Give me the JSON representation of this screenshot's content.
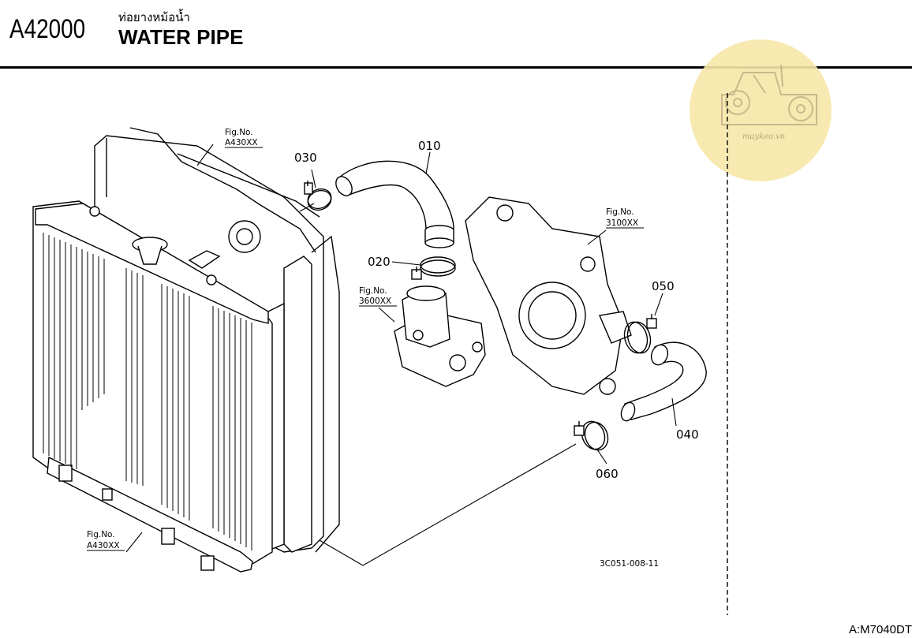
{
  "header": {
    "code": "A42000",
    "thai_title": "ท่อยางหม้อน้ำ",
    "title": "WATER PIPE"
  },
  "watermark": {
    "text": "maykeo.vn",
    "icon": "tractor-icon",
    "color": "#f7e7a8"
  },
  "parts": [
    {
      "label": "010"
    },
    {
      "label": "020"
    },
    {
      "label": "030"
    },
    {
      "label": "040"
    },
    {
      "label": "050"
    },
    {
      "label": "060"
    }
  ],
  "fig_refs": [
    {
      "line1": "Fig.No.",
      "line2": "A430XX"
    },
    {
      "line1": "Fig.No.",
      "line2": "3100XX"
    },
    {
      "line1": "Fig.No.",
      "line2": "3600XX"
    },
    {
      "line1": "Fig.No.",
      "line2": "A430XX"
    }
  ],
  "drawing_number": "3C051-008-11",
  "model_code": "A:M7040DT"
}
